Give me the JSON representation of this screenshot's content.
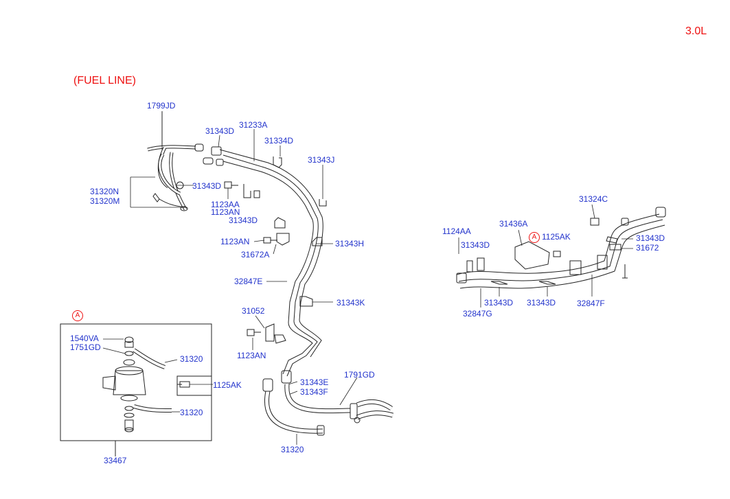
{
  "header": {
    "engine_label": "3.0L",
    "section_title": "(FUEL LINE)",
    "inset_marker": "A",
    "right_marker": "A"
  },
  "labels": {
    "l1799JD": "1799JD",
    "l31343D_a": "31343D",
    "l31233A": "31233A",
    "l31334D": "31334D",
    "l31343J": "31343J",
    "l31320N": "31320N",
    "l31320M": "31320M",
    "l31343D_b": "31343D",
    "l1123AA": "1123AA",
    "l1123AN_a": "1123AN",
    "l31343D_c": "31343D",
    "l1123AN_b": "1123AN",
    "l31343H": "31343H",
    "l31672A": "31672A",
    "l32847E": "32847E",
    "l31343K": "31343K",
    "l31052": "31052",
    "l1123AN_c": "1123AN",
    "l1791GD": "1791GD",
    "l31343E": "31343E",
    "l31343F": "31343F",
    "l31320_c": "31320",
    "l1540VA": "1540VA",
    "l1751GD": "1751GD",
    "l31320_a": "31320",
    "l1125AK_a": "1125AK",
    "l31320_b": "31320",
    "l33467": "33467",
    "l31324C": "31324C",
    "l1124AA": "1124AA",
    "l31436A": "31436A",
    "l1125AK_b": "1125AK",
    "l31343D_d": "31343D",
    "l31343D_e": "31343D",
    "l31672": "31672",
    "l31343D_f": "31343D",
    "l31343D_g": "31343D",
    "l32847F": "32847F",
    "l32847G": "32847G"
  },
  "colors": {
    "label_blue": "#2233cc",
    "accent_red": "#ee1111",
    "line_dark": "#222222"
  }
}
